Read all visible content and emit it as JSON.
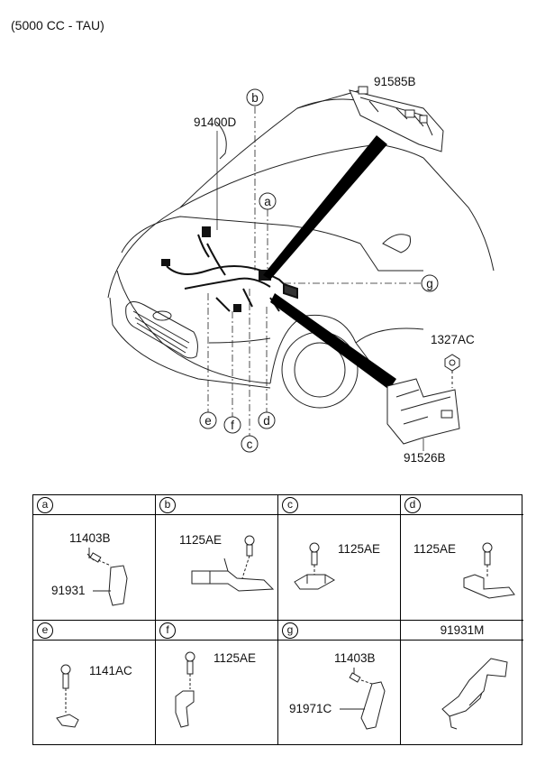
{
  "header": {
    "title": "(5000 CC - TAU)"
  },
  "main_diagram": {
    "part_labels": {
      "p91585B": "91585B",
      "p91400D": "91400D",
      "p1327AC": "1327AC",
      "p91526B": "91526B"
    },
    "callouts": {
      "a": "a",
      "b": "b",
      "c": "c",
      "d": "d",
      "e": "e",
      "f": "f",
      "g": "g"
    }
  },
  "detail_table": {
    "cells": [
      {
        "id": "a",
        "title": "",
        "parts": [
          "11403B",
          "91931"
        ]
      },
      {
        "id": "b",
        "title": "",
        "parts": [
          "1125AE"
        ]
      },
      {
        "id": "c",
        "title": "",
        "parts": [
          "1125AE"
        ]
      },
      {
        "id": "d",
        "title": "",
        "parts": [
          "1125AE"
        ]
      },
      {
        "id": "e",
        "title": "",
        "parts": [
          "1141AC"
        ]
      },
      {
        "id": "f",
        "title": "",
        "parts": [
          "1125AE"
        ]
      },
      {
        "id": "g",
        "title": "",
        "parts": [
          "11403B",
          "91971C"
        ]
      },
      {
        "id": "",
        "title": "91931M",
        "parts": []
      }
    ]
  }
}
